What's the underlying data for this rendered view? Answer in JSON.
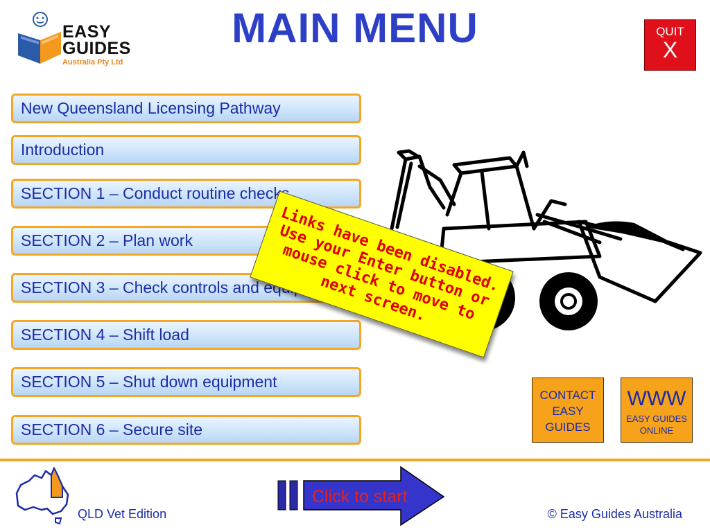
{
  "header": {
    "title": "MAIN MENU",
    "quit_label": "QUIT",
    "quit_symbol": "X"
  },
  "logo": {
    "line1": "EASY",
    "line2": "GUIDES",
    "line3": "Australia Pty Ltd",
    "icon": "smiley-book-icon"
  },
  "menu": {
    "items": [
      "New Queensland Licensing Pathway",
      "Introduction",
      "SECTION 1 – Conduct routine checks",
      "SECTION 2 – Plan work",
      "SECTION 3 – Check controls and equipment",
      "SECTION 4 – Shift load",
      "SECTION 5 – Shut down equipment",
      "SECTION 6 – Secure site"
    ]
  },
  "note": {
    "text": "Links have been disabled. Use your Enter button or mouse click to move to next screen."
  },
  "contact": {
    "line1": "CONTACT",
    "line2": "EASY",
    "line3": "GUIDES"
  },
  "web": {
    "line1": "WWW",
    "line2": "EASY GUIDES",
    "line3": "ONLINE"
  },
  "footer": {
    "edition": "QLD Vet Edition",
    "start_label": "Click to start",
    "copyright": "© Easy Guides Australia"
  },
  "colors": {
    "title": "#2e3fc7",
    "accent_orange": "#f5a623",
    "quit_red": "#e0101a",
    "note_yellow": "#ffff00",
    "note_text": "#e00000",
    "link_blue": "#1a2ca8"
  }
}
